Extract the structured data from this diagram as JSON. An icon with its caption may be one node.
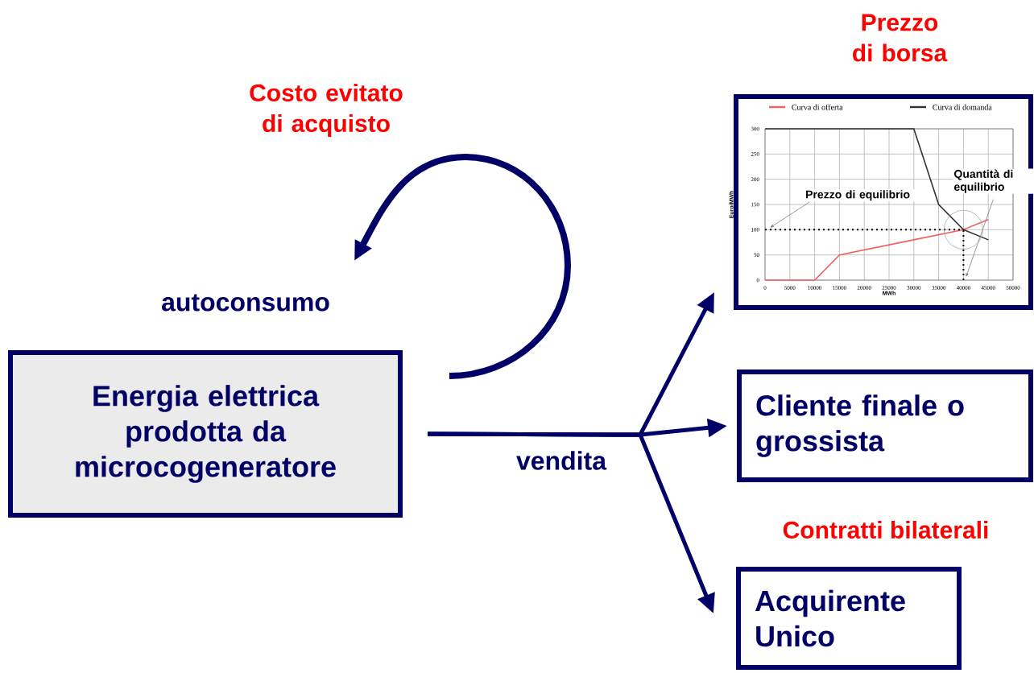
{
  "diagram": {
    "nodes": [
      {
        "text": [
          "Energia elettrica prodotta da microcogeneratore"
        ]
      },
      {
        "text": [
          "Prezzo di borsa"
        ]
      },
      {
        "text": [
          "Cliente finale o grossista"
        ],
        "beside": [
          "Contratti bilaterali"
        ]
      },
      {
        "text": [
          "Acquirente Unico"
        ]
      }
    ],
    "edges": [
      {
        "from": 0,
        "to": null,
        "arrow": "to",
        "label": "autoconsumo"
      },
      {
        "from": 0,
        "to": 1,
        "arrow": "to"
      },
      {
        "from": 0,
        "to": 2,
        "arrow": "to",
        "label": "vendita"
      },
      {
        "from": 0,
        "to": 3,
        "arrow": "to"
      }
    ],
    "labels": [
      "Costo evitato di acquisto"
    ],
    "chart_data": {
      "type": "line",
      "xlabel": "MWh",
      "ylabel": "Euro/MWh",
      "x": [
        0,
        10000,
        15000,
        30000,
        35000,
        40000,
        45000
      ],
      "series": [
        {
          "name": "Curva di offerta",
          "color": "#f06060",
          "values": [
            0,
            0,
            50,
            80,
            90,
            100,
            120
          ]
        },
        {
          "name": "Curva di domanda",
          "color": "#333333",
          "values": [
            300,
            300,
            300,
            300,
            150,
            100,
            80
          ]
        }
      ],
      "xlim": [
        0,
        50000
      ],
      "ylim": [
        0,
        300
      ],
      "xticks": [
        0,
        5000,
        10000,
        15000,
        20000,
        25000,
        30000,
        35000,
        40000,
        45000,
        50000
      ],
      "yticks": [
        0,
        50,
        100,
        150,
        200,
        250,
        300
      ],
      "grid": true,
      "legend": "top",
      "ref_lines": [
        {
          "axis": "y",
          "value": 100
        },
        {
          "axis": "x",
          "value": 40000
        }
      ],
      "annotations": [
        "Prezzo di equilibrio",
        "Quantità di equilibrio"
      ]
    }
  }
}
